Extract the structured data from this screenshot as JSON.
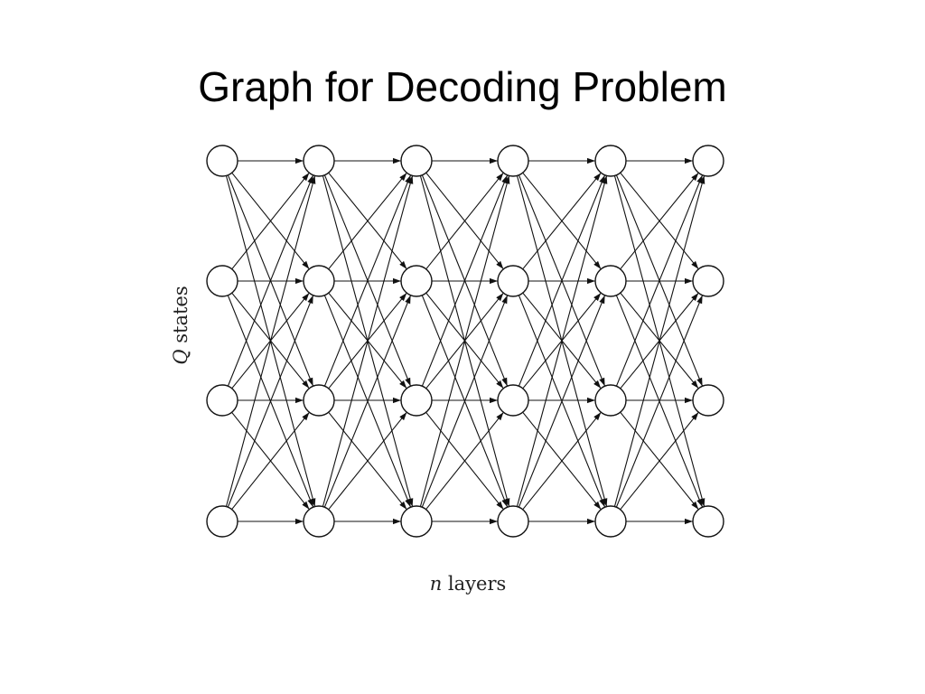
{
  "slide": {
    "title": "Graph for Decoding Problem"
  },
  "diagram": {
    "states_label_var": "Q",
    "states_label_text": " states",
    "layers_label_var": "n",
    "layers_label_text": " layers",
    "num_layers": 6,
    "num_states": 4,
    "connectivity": "fully-connected between consecutive layers",
    "colors": {
      "line": "#111111",
      "node_fill": "#ffffff"
    }
  }
}
